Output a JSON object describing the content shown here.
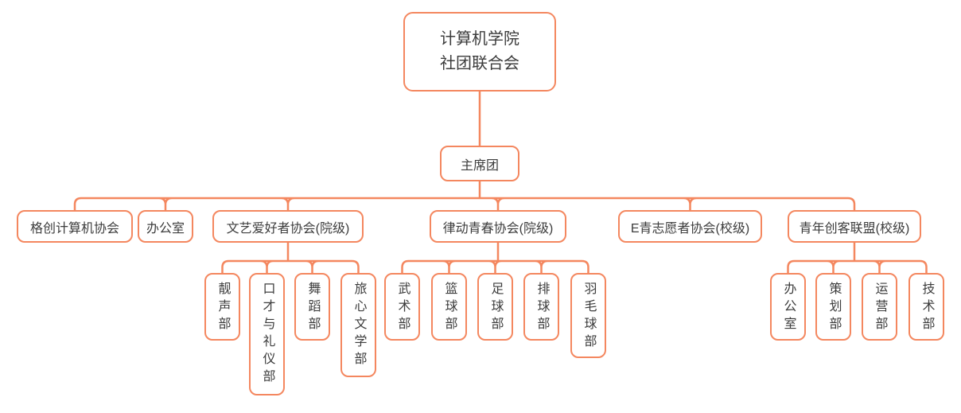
{
  "colors": {
    "accent": "#f4875f",
    "text": "#3c3c3c",
    "background": "#ffffff"
  },
  "nodes": {
    "root": "计算机学院\n社团联合会",
    "presidium": "主席团",
    "gechuang": "格创计算机协会",
    "office": "办公室",
    "wenyi": "文艺爱好者协会(院级)",
    "lvdong": "律动青春协会(院级)",
    "eqing": "E青志愿者协会(校级)",
    "chuangke": "青年创客联盟(校级)",
    "liangsheng": "靓声部",
    "koucai": "口才与礼仪部",
    "wudao": "舞蹈部",
    "lvxin": "旅心文学部",
    "wushu": "武术部",
    "lanqiu": "篮球部",
    "zuqiu": "足球部",
    "paiqiu": "排球部",
    "yumaoqiu": "羽毛球部",
    "bangongshi": "办公室",
    "cehua": "策划部",
    "yunying": "运营部",
    "jishu": "技术部"
  },
  "structure": {
    "root": [
      "presidium"
    ],
    "presidium": [
      "gechuang",
      "office",
      "wenyi",
      "lvdong",
      "eqing",
      "chuangke"
    ],
    "wenyi": [
      "liangsheng",
      "koucai",
      "wudao",
      "lvxin"
    ],
    "lvdong": [
      "wushu",
      "lanqiu",
      "zuqiu",
      "paiqiu",
      "yumaoqiu"
    ],
    "chuangke": [
      "bangongshi",
      "cehua",
      "yunying",
      "jishu"
    ]
  }
}
